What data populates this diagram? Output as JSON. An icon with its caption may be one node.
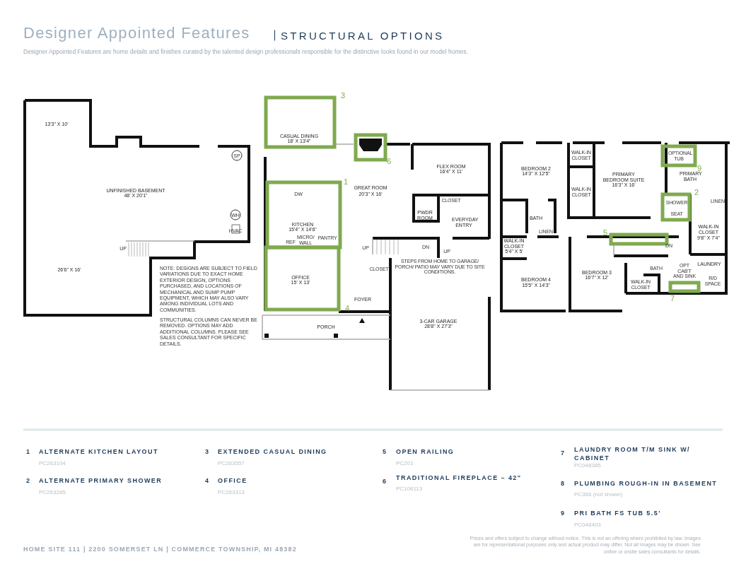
{
  "diagram": {
    "title": "Designer Appointed Features",
    "caption": "Designer Appointed Features are home details and finishes curated by the talented design professionals responsible for the distinctive looks found in our model homes.",
    "labels": [
      "STRUCTURAL OPTIONS",
      "13'3\" X 10'",
      "UNFINISHED BASEMENT",
      "48' X 20'1\"",
      "SP",
      "WH",
      "HVAC",
      "UP",
      "26'6\" X 16'",
      "NOTE: DESIGNS ARE SUBJECT TO FIELD VARIATIONS DUE TO EXACT HOME EXTERIOR DESIGN, OPTIONS PURCHASED, AND LOCATIONS OF MECHANICAL AND SUMP PUMP EQUIPMENT, WHICH MAY ALSO VARY AMONG INDIVIDUAL LOTS AND COMMUNITIES.",
      "STRUCTURAL COLUMNS CAN NEVER BE REMOVED. OPTIONS MAY ADD ADDITIONAL COLUMNS. PLEASE SEE SALES CONSULTANT FOR SPECIFIC DETAILS.",
      "3",
      "CASUAL DINING",
      "18' X 13'4\"",
      "6",
      "FLEX ROOM",
      "16'4\" X 11'",
      "1",
      "DW",
      "GREAT ROOM",
      "20'3\" X 16'",
      "CLOSET",
      "PWDR ROOM",
      "EVERYDAY ENTRY",
      "KITCHEN",
      "15'4\" X 14'6\"",
      "REF",
      "MICRO/ WALL",
      "PANTRY",
      "UP",
      "DN",
      "UP",
      "STEPS FROM HOME TO GARAGE/ PORCH/ PATIO MAY VARY DUE TO SITE CONDITIONS.",
      "CLOSET",
      "OFFICE",
      "15' X 13'",
      "FOYER",
      "4",
      "PORCH",
      "3-CAR GARAGE",
      "28'8\" X 27'3\"",
      "WALK-IN CLOSET",
      "OPTIONAL TUB",
      "9",
      "BEDROOM 2",
      "14'3\" X 12'5\"",
      "PRIMARY BEDROOM SUITE",
      "16'3\" X 16'",
      "PRIMARY BATH",
      "WALK-IN CLOSET",
      "2",
      "SHOWER",
      "LINEN",
      "SEAT",
      "BATH",
      "LINEN",
      "WALK-IN CLOSET",
      "9'8\" X 7'4\"",
      "5",
      "WALK-IN CLOSET",
      "5'4\" X 5'",
      "DN",
      "LAUNDRY",
      "BEDROOM 3",
      "16'7\" X 12'",
      "BATH",
      "OPT CAB'T AND SINK",
      "WALK-IN CLOSET",
      "R/D SPACE",
      "BEDROOM 4",
      "15'5\" X 14'3\"",
      "7",
      "1",
      "ALTERNATE KITCHEN LAYOUT",
      "PC263104",
      "2",
      "ALTERNATE PRIMARY SHOWER",
      "PC263285",
      "3",
      "EXTENDED CASUAL DINING",
      "PC263557",
      "4",
      "OFFICE",
      "PC263313",
      "5",
      "OPEN RAILING",
      "PC201",
      "6",
      "TRADITIONAL FIREPLACE – 42\"",
      "PC106113",
      "7",
      "LAUNDRY ROOM T/M SINK W/ CABINET",
      "PC048385",
      "8",
      "PLUMBING ROUGH-IN IN BASEMENT",
      "PC366 (not shown)",
      "9",
      "PRI BATH FS TUB 5.5'",
      "PC048403",
      "HOME SITE 111 | 2200 SOMERSET LN | COMMERCE TOWNSHIP, MI 48382",
      "Prices and offers subject to change without notice. This is not an offering where prohibited by law. Images are for representational purposes only and actual product may differ. Not all images may be shown. See online or onsite sales consultants for details."
    ]
  }
}
